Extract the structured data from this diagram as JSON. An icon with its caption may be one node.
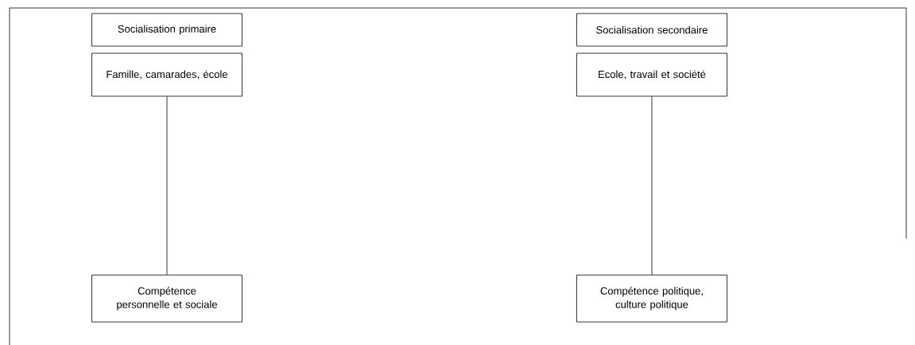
{
  "diagram": {
    "nodes": [
      {
        "text": [
          "Socialisation primaire"
        ]
      },
      {
        "text": [
          "Famille, camarades, école"
        ]
      },
      {
        "text": [
          "Compétence personnelle et sociale"
        ]
      },
      {
        "text": [
          "Socialisation secondaire"
        ]
      },
      {
        "text": [
          "Ecole, travail et société"
        ]
      },
      {
        "text": [
          "Compétence politique, culture politique"
        ]
      }
    ],
    "edges": [
      {
        "from": 1,
        "to": 2,
        "arrow": "none"
      },
      {
        "from": 4,
        "to": 5,
        "arrow": "none"
      }
    ]
  }
}
